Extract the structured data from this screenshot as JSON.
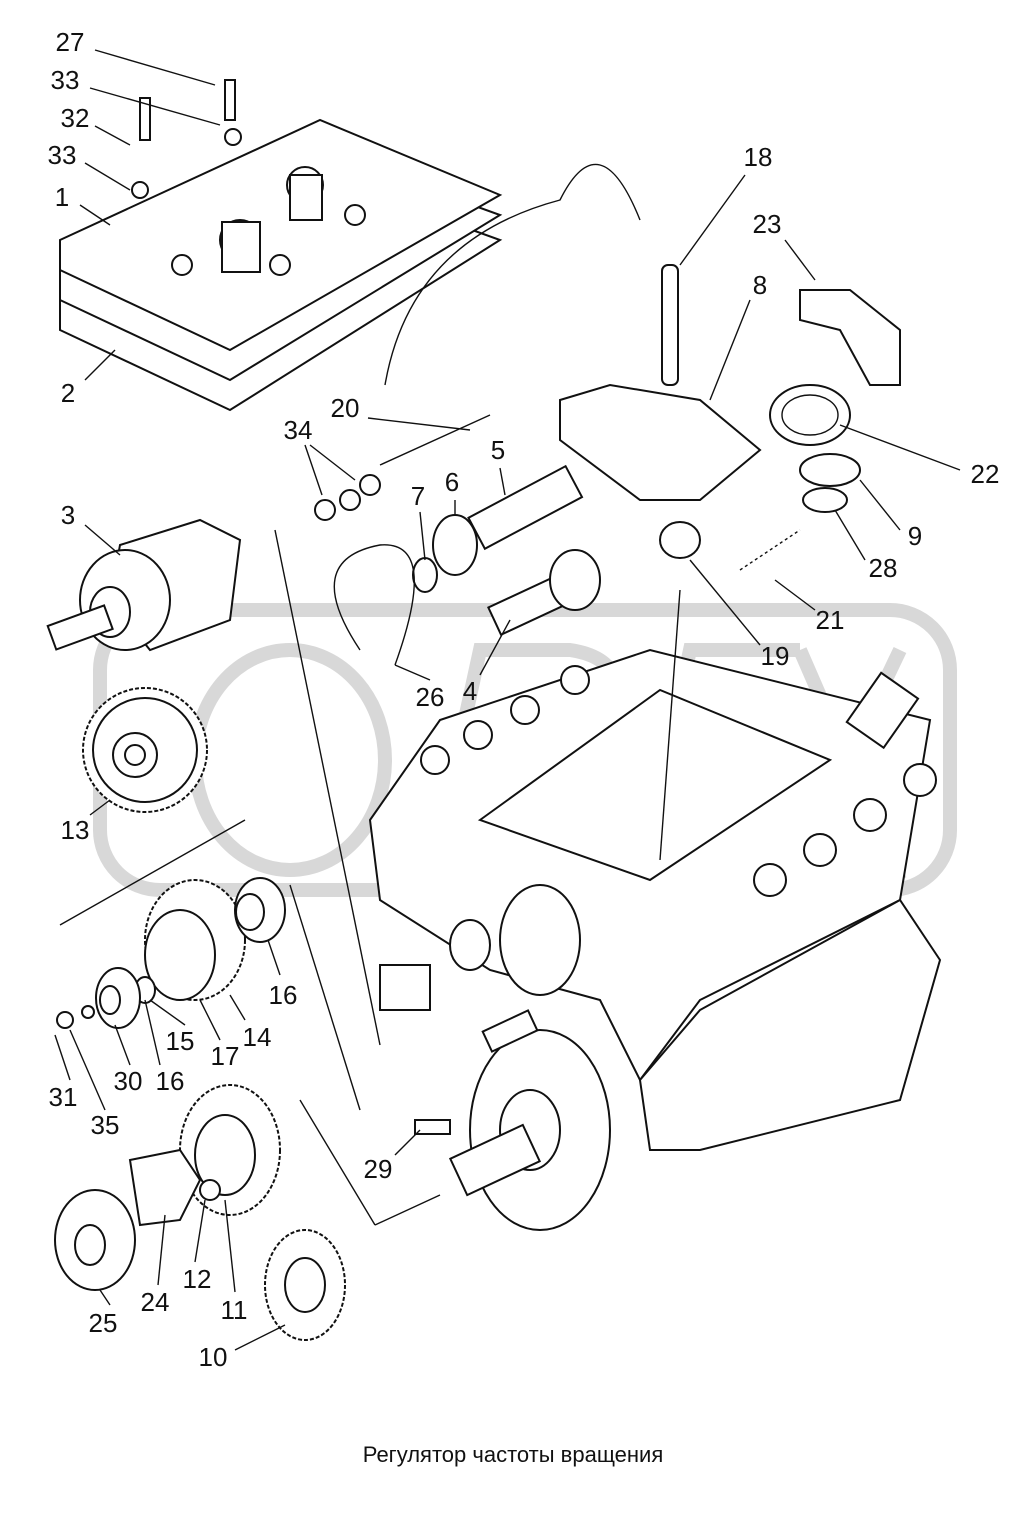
{
  "diagram": {
    "caption": "Регулятор частоты вращения",
    "watermark": "ОРЕХ",
    "callouts": [
      "27",
      "33",
      "32",
      "33",
      "1",
      "2",
      "18",
      "23",
      "8",
      "20",
      "34",
      "5",
      "6",
      "7",
      "22",
      "9",
      "28",
      "21",
      "19",
      "3",
      "26",
      "4",
      "13",
      "16",
      "14",
      "15",
      "17",
      "31",
      "30",
      "16",
      "35",
      "29",
      "12",
      "24",
      "25",
      "11",
      "10"
    ]
  }
}
